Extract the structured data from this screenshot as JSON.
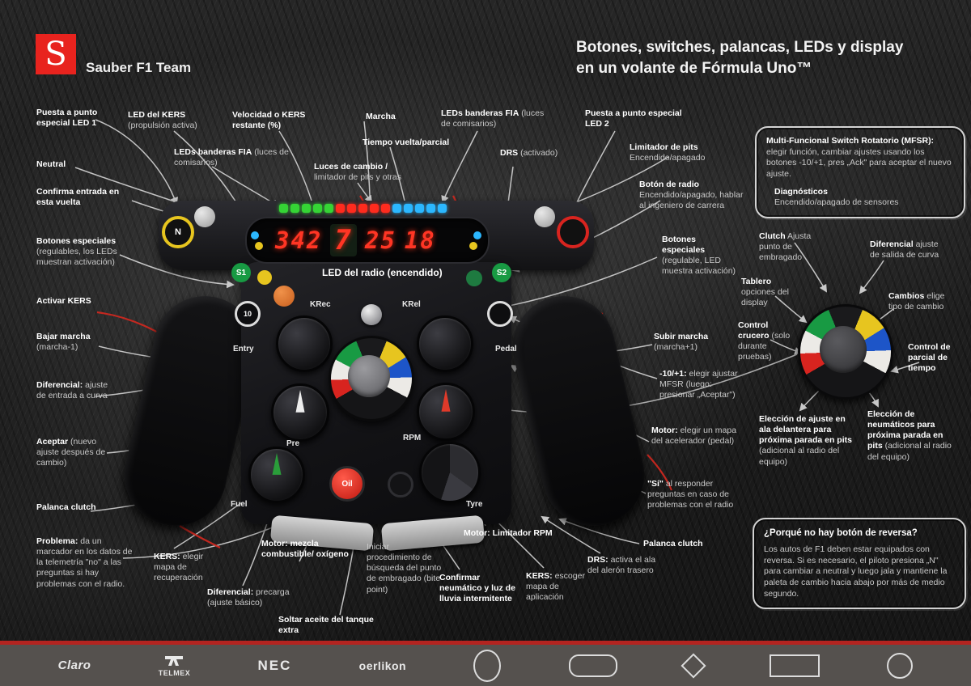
{
  "header": {
    "logo_letter": "S",
    "team": "Sauber F1 Team",
    "title1": "Botones, switches, palancas, LEDs y display",
    "title2": "en un volante de Fórmula Uno™"
  },
  "colors": {
    "sauber_red": "#e8231e",
    "led_green": "#35d435",
    "led_red": "#ff2b1e",
    "led_blue": "#2bb7ff",
    "digit_red": "#ff3524",
    "sponsor_bar": "#55514e"
  },
  "callouts": {
    "left": [
      {
        "b": "Puesta a punto especial LED 1",
        "r": ""
      },
      {
        "b": "Neutral",
        "r": ""
      },
      {
        "b": "Confirma entrada en esta vuelta",
        "r": ""
      },
      {
        "b": "Botones especiales",
        "r": "(regulables, los LEDs muestran activación)"
      },
      {
        "b": "Activar KERS",
        "r": ""
      },
      {
        "b": "Bajar marcha",
        "r": "(marcha-1)"
      },
      {
        "b": "Diferencial:",
        "r": "ajuste de entrada a curva"
      },
      {
        "b": "Aceptar",
        "r": "(nuevo ajuste después de cambio)"
      },
      {
        "b": "Palanca clutch",
        "r": ""
      },
      {
        "b": "Problema:",
        "r": "da un marcador en los datos de la telemetría \"no\" a las preguntas si hay problemas con el radio."
      }
    ],
    "top": [
      {
        "b": "LED del KERS",
        "r": "(propulsión activa)"
      },
      {
        "b": "LEDs banderas FIA",
        "r": "(luces de comisarios)"
      },
      {
        "b": "Velocidad o KERS restante (%)",
        "r": ""
      },
      {
        "b": "Marcha",
        "r": ""
      },
      {
        "b": "Tiempo vuelta/parcial",
        "r": ""
      },
      {
        "b": "Luces de cambio /",
        "r": "limitador de pits y otras"
      },
      {
        "b": "LEDs banderas FIA",
        "r": "(luces de comisarios)"
      },
      {
        "b": "DRS",
        "r": "(activado)"
      },
      {
        "b": "Puesta a punto especial LED 2",
        "r": ""
      }
    ],
    "right": [
      {
        "b": "Limitador de pits",
        "r": "Encendido/apagado"
      },
      {
        "b": "Botón de radio",
        "r": "Encendido/apagado, hablar al ingeniero de carrera"
      },
      {
        "b": "Botones especiales",
        "r": "(regulable, LED muestra activación)"
      },
      {
        "b": "Subir marcha",
        "r": "(marcha+1)"
      },
      {
        "b": "-10/+1:",
        "r": "elegir ajustar MFSR (luego: presionar „Aceptar\")"
      },
      {
        "b": "Motor:",
        "r": "elegir un mapa del acelerador (pedal)"
      },
      {
        "b": "\"Sí\"",
        "r": "al responder preguntas en caso de problemas con el radio"
      },
      {
        "b": "Palanca clutch",
        "r": ""
      }
    ],
    "bottom": [
      {
        "b": "KERS:",
        "r": "elegir mapa de recuperación"
      },
      {
        "b": "Diferencial:",
        "r": "precarga (ajuste básico)"
      },
      {
        "b": "Motor: mezcla combustible/ oxígeno",
        "r": ""
      },
      {
        "b": "Soltar aceite del tanque extra",
        "r": ""
      },
      {
        "b": "",
        "r": "Iniciar procedimiento de búsqueda del punto de embragado (bite point)"
      },
      {
        "b": "Confirmar neumático y luz de lluvia intermitente",
        "r": ""
      },
      {
        "b": "Motor: Limitador RPM",
        "r": ""
      },
      {
        "b": "KERS:",
        "r": "escoger mapa de aplicación"
      },
      {
        "b": "DRS:",
        "r": "activa el ala del alerón trasero"
      }
    ]
  },
  "mfsr_panel": {
    "heading_b": "Multi-Funcional Switch Rotatorio (MFSR):",
    "heading_r": "elegir función, cambiar ajustes usando los botones -10/+1, pres „Ack\" para aceptar el nuevo ajuste.",
    "diag_b": "Diagnósticos",
    "diag_r": "Encendido/apagado de sensores",
    "around": [
      {
        "b": "Clutch",
        "r": "Ajusta punto de embragado"
      },
      {
        "b": "Diferencial",
        "r": "ajuste de salida de curva"
      },
      {
        "b": "Tablero",
        "r": "opciones del display"
      },
      {
        "b": "Cambios",
        "r": "elige tipo de cambio"
      },
      {
        "b": "Control crucero",
        "r": "(solo durante pruebas)"
      },
      {
        "b": "Control de parcial de tiempo",
        "r": ""
      },
      {
        "b": "Elección de ajuste en ala delantera para próxima parada en pits",
        "r": "(adicional al radio del equipo)"
      },
      {
        "b": "Elección de neumáticos para próxima parada en pits",
        "r": "(adicional al radio del equipo)"
      }
    ]
  },
  "reversa_panel": {
    "title": "¿Porqué no hay botón de reversa?",
    "body": "Los autos de F1 deben estar equipados con reversa. Si es necesario, el piloto presiona „N\" para cambiar a neutral y luego jala y mantiene la paleta de cambio hacia abajo por más de medio segundo."
  },
  "wheel": {
    "digits": [
      "342",
      "7",
      "25",
      "18"
    ],
    "radio_label": "LED del radio (encendido)",
    "buttons": {
      "s1": "S1",
      "s2": "S2",
      "n": "N",
      "oil": "Oil",
      "ten": "10"
    },
    "knobs": {
      "krec": "KRec",
      "krel": "KRel",
      "entry": "Entry",
      "pedal": "Pedal",
      "pre": "Pre",
      "rpm": "RPM",
      "fuel": "Fuel",
      "tyre": "Tyre"
    },
    "led_strip_colors": [
      "green",
      "red",
      "blue"
    ]
  },
  "sponsors": {
    "claro": "Claro",
    "telmex": "TELMEX",
    "nec": "NEC",
    "oerlikon": "oerlikon"
  }
}
